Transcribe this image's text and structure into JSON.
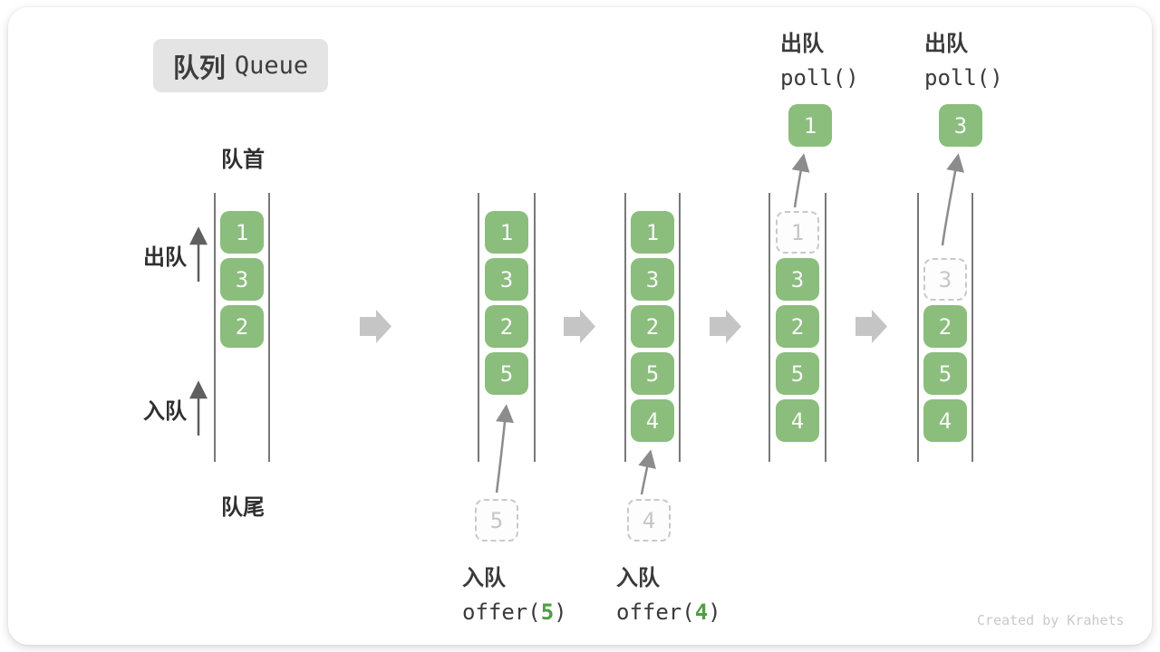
{
  "title": {
    "zh": "队列",
    "en": "Queue"
  },
  "side_labels": {
    "front": "队首",
    "rear": "队尾",
    "dequeue": "出队",
    "enqueue": "入队"
  },
  "watermark": "Created by Krahets",
  "colors": {
    "box_green": "#8bbd7d",
    "code_green": "#4f9e43",
    "block_arrow_gray": "#c5c5c5",
    "dashed_border_gray": "#c9c9c9",
    "queue_wall": "#4c4c4c",
    "text_dark": "#3a3a3a"
  },
  "states": [
    {
      "name": "state-1-initial",
      "slots": {
        "s1": "1",
        "s2": "3",
        "s3": "2"
      }
    },
    {
      "name": "state-2-offer-5",
      "slots": {
        "s1": "1",
        "s2": "3",
        "s3": "2",
        "s4": "5"
      },
      "pending_value": "5",
      "op": {
        "zh": "入队",
        "code_pre": "offer(",
        "code_arg": "5",
        "code_post": ")"
      }
    },
    {
      "name": "state-3-offer-4",
      "slots": {
        "s1": "1",
        "s2": "3",
        "s3": "2",
        "s4": "5",
        "s5": "4"
      },
      "pending_value": "4",
      "op": {
        "zh": "入队",
        "code_pre": "offer(",
        "code_arg": "4",
        "code_post": ")"
      }
    },
    {
      "name": "state-4-poll-1",
      "removed_value": "1",
      "slots": {
        "s2": "3",
        "s3": "2",
        "s4": "5",
        "s5": "4"
      },
      "popped_value": "1",
      "op": {
        "zh": "出队",
        "code": "poll()"
      }
    },
    {
      "name": "state-5-poll-3",
      "removed_value": "3",
      "slots": {
        "s3": "2",
        "s4": "5",
        "s5": "4"
      },
      "popped_value": "3",
      "op": {
        "zh": "出队",
        "code": "poll()"
      }
    }
  ]
}
